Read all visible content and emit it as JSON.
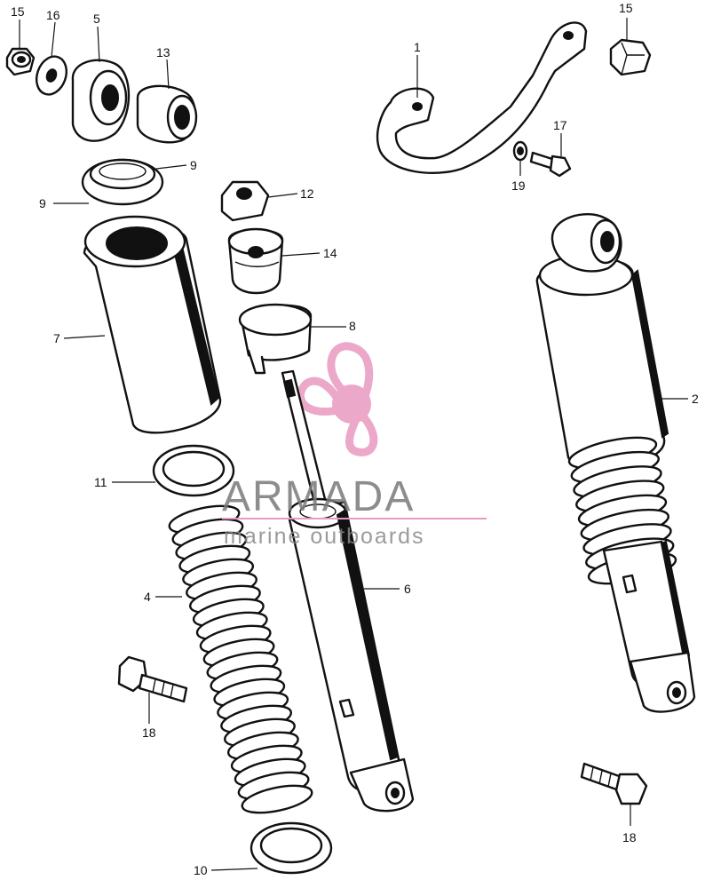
{
  "watermark": {
    "brand": "ARMADA",
    "tagline": "marine outboards",
    "accent_color": "#e99ac0"
  },
  "callouts": {
    "c1": "1",
    "c2": "2",
    "c4": "4",
    "c5": "5",
    "c6": "6",
    "c7": "7",
    "c8": "8",
    "c9a": "9",
    "c9b": "9",
    "c10": "10",
    "c11": "11",
    "c12": "12",
    "c13": "13",
    "c14": "14",
    "c15a": "15",
    "c15b": "15",
    "c16": "16",
    "c17": "17",
    "c18a": "18",
    "c18b": "18",
    "c19": "19"
  }
}
